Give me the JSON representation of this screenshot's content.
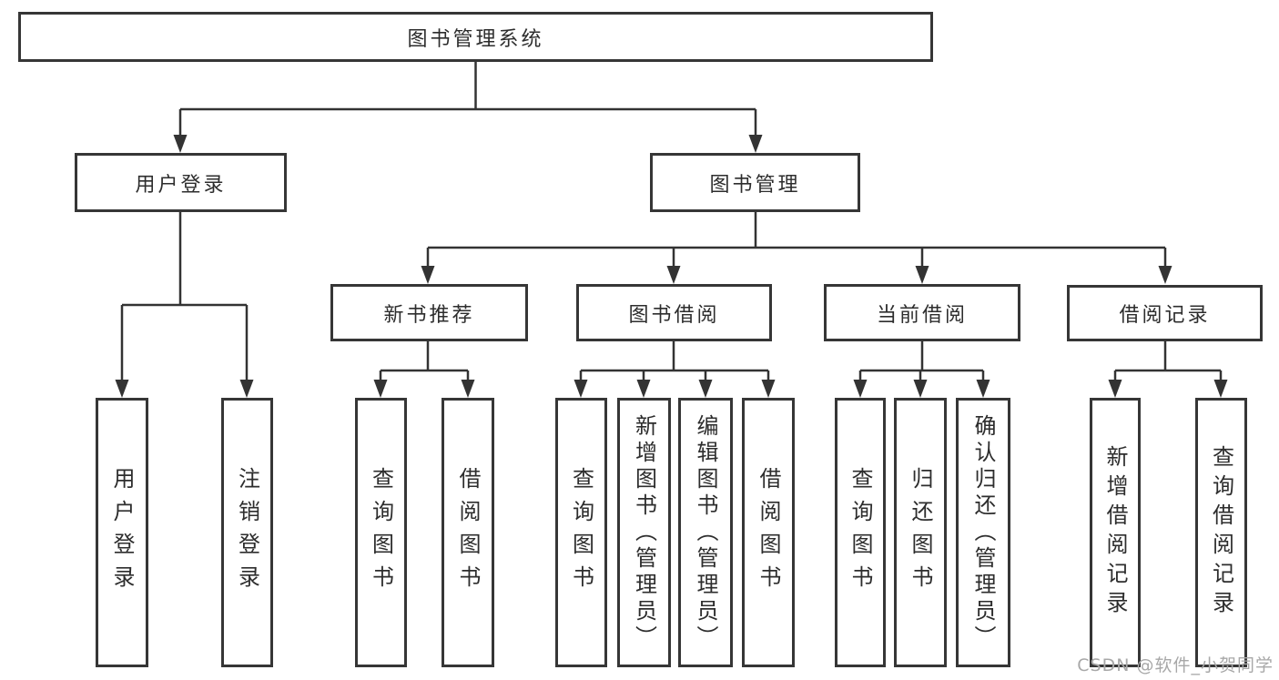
{
  "diagram_title": "图书管理系统",
  "nodes": {
    "root": {
      "label": "图书管理系统",
      "children": [
        {
          "label": "用户登录",
          "children": [
            {
              "label": "用户登录"
            },
            {
              "label": "注销登录"
            }
          ]
        },
        {
          "label": "图书管理",
          "children": [
            {
              "label": "新书推荐",
              "children": [
                {
                  "label": "查询图书"
                },
                {
                  "label": "借阅图书"
                }
              ]
            },
            {
              "label": "图书借阅",
              "children": [
                {
                  "label": "查询图书"
                },
                {
                  "label": "新增图书（管理员）"
                },
                {
                  "label": "编辑图书（管理员）"
                },
                {
                  "label": "借阅图书"
                }
              ]
            },
            {
              "label": "当前借阅",
              "children": [
                {
                  "label": "查询图书"
                },
                {
                  "label": "归还图书"
                },
                {
                  "label": "确认归还（管理员）"
                }
              ]
            },
            {
              "label": "借阅记录",
              "children": [
                {
                  "label": "新增借阅记录"
                },
                {
                  "label": "查询借阅记录"
                }
              ]
            }
          ]
        }
      ]
    }
  },
  "watermark": {
    "text": "CSDN @软件_小贺同学"
  },
  "colors": {
    "line": "#333333",
    "box_border": "#363636",
    "text": "#2d2d2d",
    "watermark": "#a8a8a8",
    "background": "#ffffff"
  }
}
